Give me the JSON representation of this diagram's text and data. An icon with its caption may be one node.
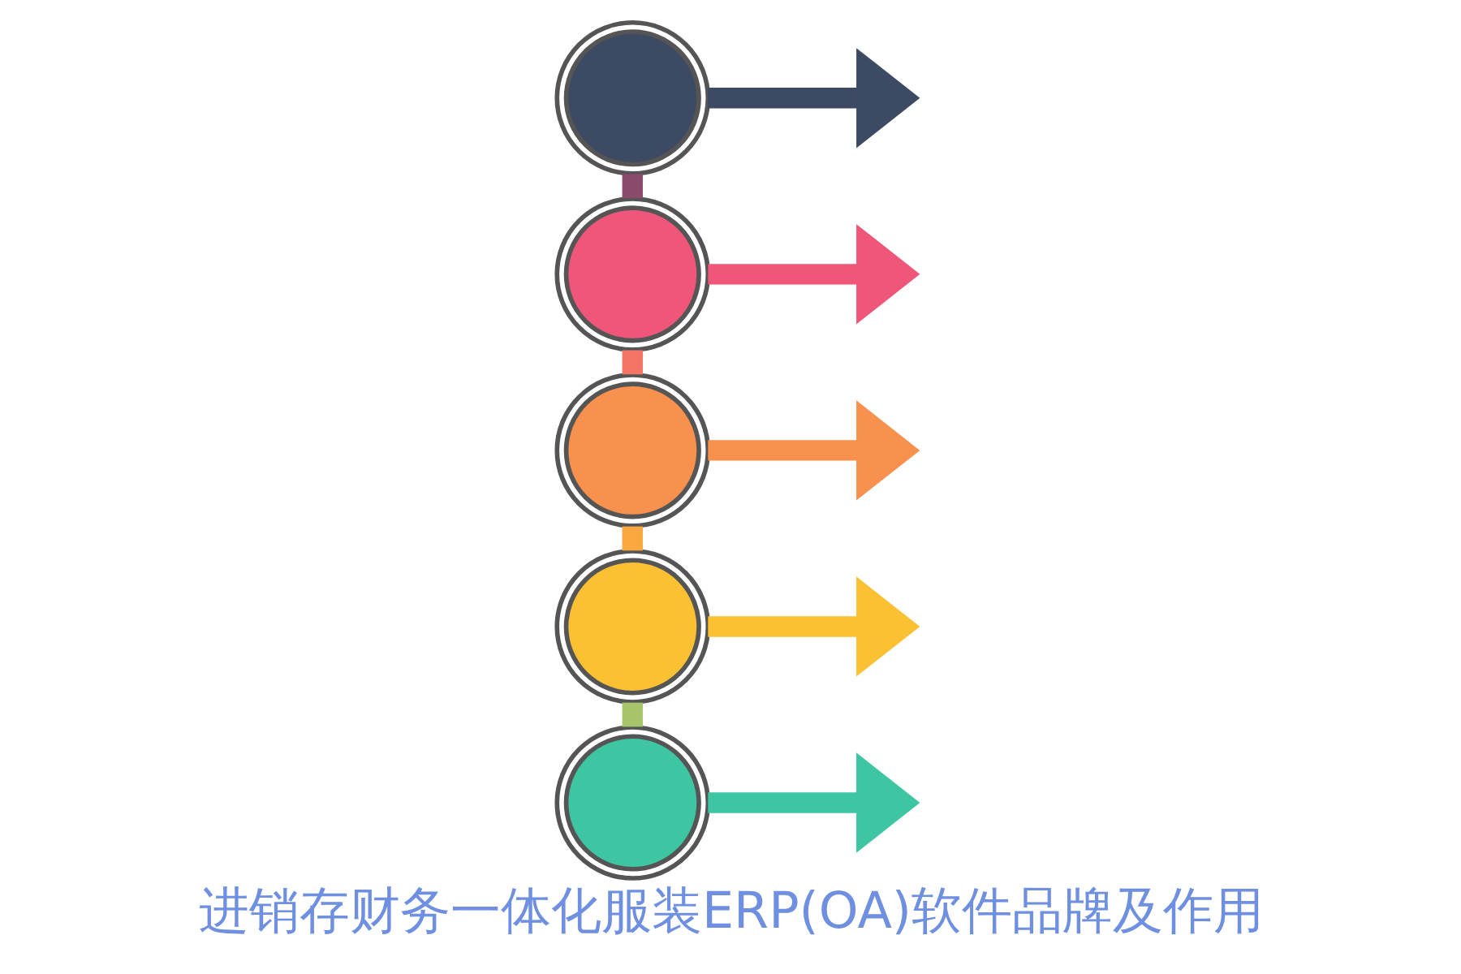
{
  "diagram": {
    "title": "进销存财务一体化服装ERP(OA)软件品牌及作用",
    "nodes": [
      {
        "text": [],
        "shape": "circle"
      },
      {
        "text": [],
        "shape": "circle"
      },
      {
        "text": [],
        "shape": "circle"
      },
      {
        "text": [],
        "shape": "circle"
      },
      {
        "text": [],
        "shape": "circle"
      }
    ],
    "edges": [
      {
        "from": 0,
        "to": 1,
        "arrow": "none",
        "color": "#8a4a6a"
      },
      {
        "from": 1,
        "to": 2,
        "arrow": "none",
        "color": "#f47466"
      },
      {
        "from": 2,
        "to": 3,
        "arrow": "none",
        "color": "#f9a840"
      },
      {
        "from": 3,
        "to": 4,
        "arrow": "none",
        "color": "#a8c46a"
      },
      {
        "from": 0,
        "to": null,
        "arrow": "to",
        "color": "#3d4a63"
      },
      {
        "from": 1,
        "to": null,
        "arrow": "to",
        "color": "#f0567a"
      },
      {
        "from": 2,
        "to": null,
        "arrow": "to",
        "color": "#f7914d"
      },
      {
        "from": 3,
        "to": null,
        "arrow": "to",
        "color": "#fbc133"
      },
      {
        "from": 4,
        "to": null,
        "arrow": "to",
        "color": "#3ec6a3"
      }
    ]
  }
}
